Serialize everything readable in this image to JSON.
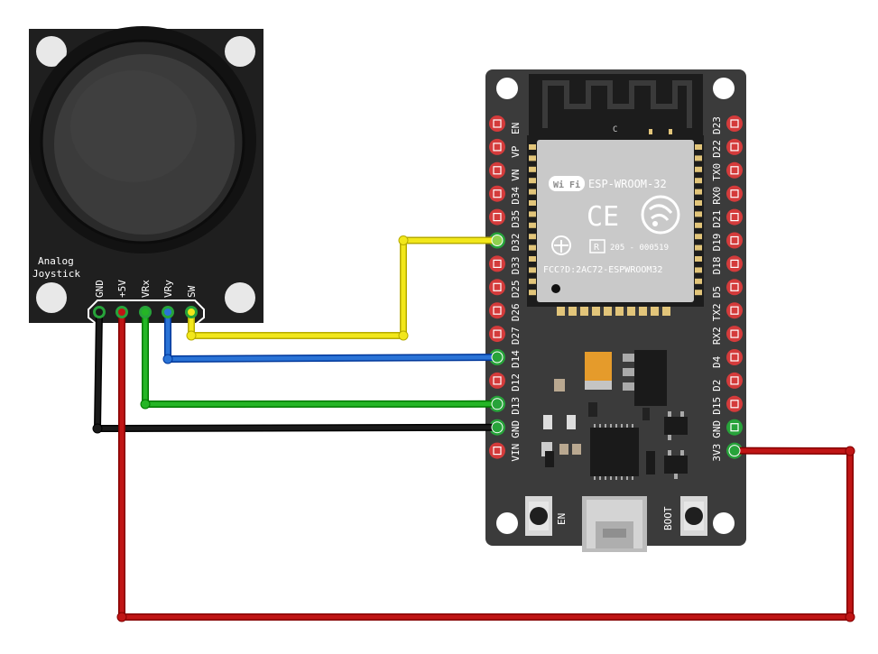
{
  "joystick": {
    "label_line1": "Analog",
    "label_line2": "Joystick",
    "pins": [
      "GND",
      "+5V",
      "VRx",
      "VRy",
      "SW"
    ]
  },
  "esp32": {
    "left_pins": [
      "EN",
      "VP",
      "VN",
      "D34",
      "D35",
      "D32",
      "D33",
      "D25",
      "D26",
      "D27",
      "D14",
      "D12",
      "D13",
      "GND",
      "VIN"
    ],
    "right_pins": [
      "D23",
      "D22",
      "TX0",
      "RX0",
      "D21",
      "D19",
      "D18",
      "D5",
      "TX2",
      "RX2",
      "D4",
      "D2",
      "D15",
      "GND",
      "3V3"
    ],
    "module_name": "ESP-WROOM-32",
    "wifi_badge": "Wi Fi",
    "ce_mark": "CE",
    "r_mark": "R",
    "r_code": "205 - 000519",
    "fcc_id": "FCC?D:2AC72-ESPWROOM32",
    "antenna_mark": "C",
    "button_en": "EN",
    "button_boot": "BOOT"
  },
  "wires": [
    {
      "from": "SW",
      "to": "D32",
      "color": "#f2e71a"
    },
    {
      "from": "VRy",
      "to": "D14",
      "color": "#2a73d6"
    },
    {
      "from": "VRx",
      "to": "D13",
      "color": "#25b526"
    },
    {
      "from": "GND",
      "to": "GND",
      "color": "#1a1a1a"
    },
    {
      "from": "+5V",
      "to": "3V3",
      "color": "#c01515"
    }
  ],
  "colors": {
    "joystick_board": "#1e1e1e",
    "esp_board": "#3a3a3a",
    "module_shield": "#c8c8c8",
    "pin_pad": "#d43b3b",
    "pin_pad_connected": "#27a33a"
  }
}
